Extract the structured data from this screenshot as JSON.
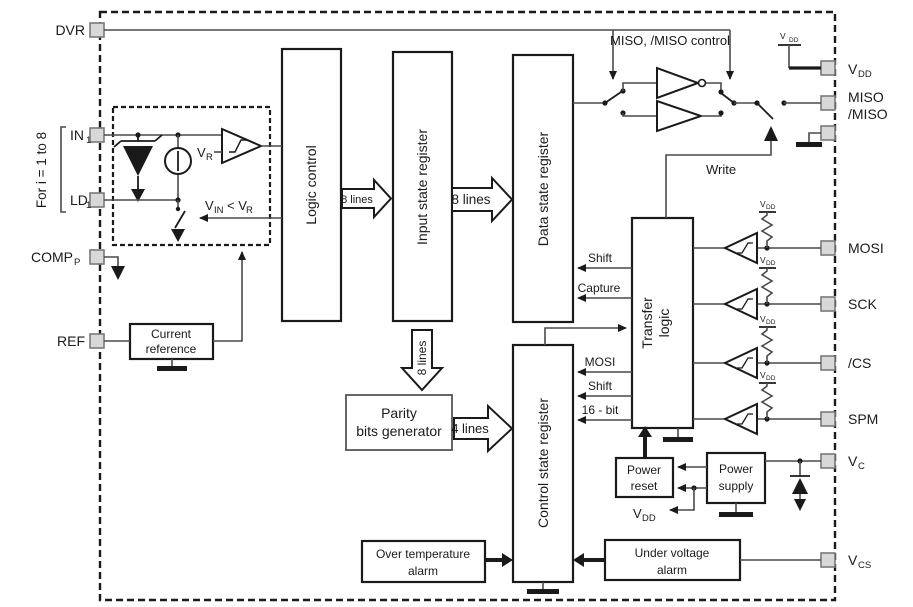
{
  "figure": {
    "kind": "functional-block-diagram"
  },
  "pins": {
    "left": [
      {
        "label": "DVR"
      },
      {
        "base": "IN",
        "sub": "1"
      },
      {
        "base": "LD",
        "sub": "1"
      },
      {
        "base": "COMP",
        "sub": "P"
      },
      {
        "label": "REF"
      }
    ],
    "right": [
      {
        "base": "V",
        "sub": "DD"
      },
      {
        "label1": "MISO",
        "label2": "/MISO"
      },
      {
        "label": "MOSI"
      },
      {
        "label": "SCK"
      },
      {
        "label": "/CS"
      },
      {
        "label": "SPM"
      },
      {
        "base": "V",
        "sub": "C"
      },
      {
        "base": "V",
        "sub": "CS"
      }
    ]
  },
  "blocks": {
    "logic_control": "Logic control",
    "input_state_register": "Input state register",
    "data_state_register": "Data state register",
    "transfer_logic_line1": "Transfer",
    "transfer_logic_line2": "logic",
    "control_state_register": "Control state register",
    "parity_line1": "Parity",
    "parity_line2": "bits generator",
    "current_reference_line1": "Current",
    "current_reference_line2": "reference",
    "power_reset_line1": "Power",
    "power_reset_line2": "reset",
    "power_supply_line1": "Power",
    "power_supply_line2": "supply",
    "over_temp_line1": "Over temperature",
    "over_temp_line2": "alarm",
    "under_voltage_line1": "Under voltage",
    "under_voltage_line2": "alarm"
  },
  "signals": {
    "miso_control": "MISO, /MISO control",
    "write": "Write",
    "shift": "Shift",
    "capture": "Capture",
    "mosi": "MOSI",
    "bit16": "16 - bit",
    "bus8": "8 lines",
    "bus4": "4 lines",
    "for_i": "For i = 1 to 8"
  },
  "symbols": {
    "vdd": {
      "base": "V",
      "sub": "DD"
    },
    "vr": {
      "base": "V",
      "sub": "R"
    },
    "vin_lt_vr": {
      "p1": "V",
      "s1": "IN",
      "p2": "< V",
      "s2": "R"
    }
  },
  "colors": {
    "wire": "#4a4a4a",
    "block_border": "#1a1a1a",
    "pad_fill": "#d8d8d8",
    "pad_border": "#7a7a7a",
    "background": "#ffffff"
  }
}
